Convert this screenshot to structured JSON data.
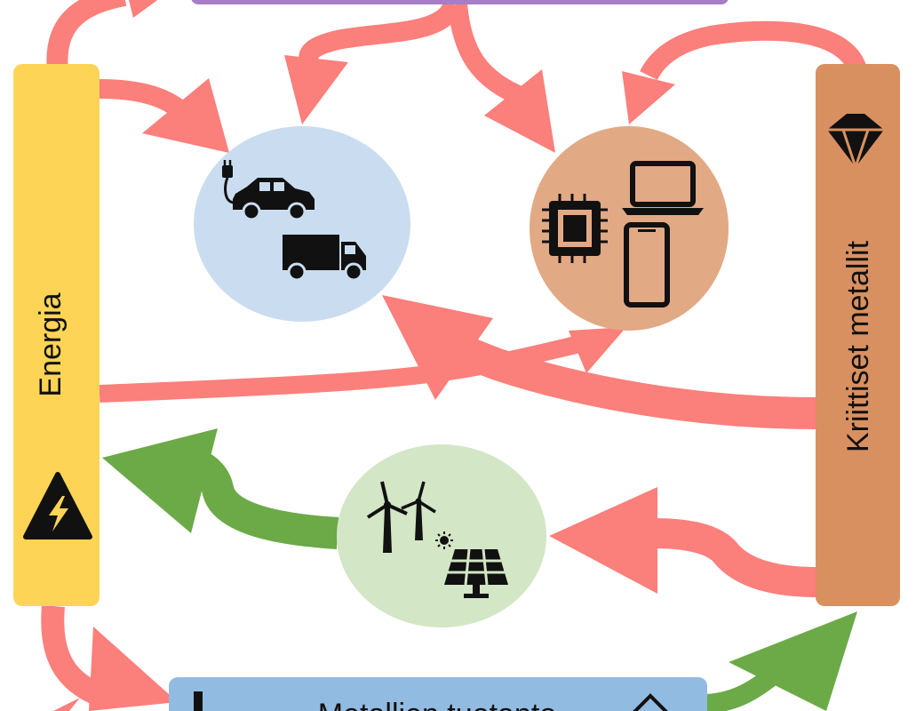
{
  "nodes": {
    "energy": {
      "label": "Energia",
      "color": "#FDD455"
    },
    "critical_metals": {
      "label": "Kriittiset metallit",
      "color": "#D99060"
    },
    "metal_production": {
      "label": "Metallien tuotanto",
      "color": "#92BBE2"
    },
    "top_box": {
      "color": "#A77CC8"
    },
    "vehicles": {
      "color": "#CADDF0",
      "icons": [
        "ev-car-icon",
        "truck-icon"
      ]
    },
    "electronics": {
      "color": "#E2A985",
      "icons": [
        "chip-icon",
        "laptop-icon",
        "smartphone-icon"
      ]
    },
    "renewables": {
      "color": "#D3E6C6",
      "icons": [
        "wind-turbine-icon",
        "sun-icon",
        "solar-panel-icon"
      ]
    }
  },
  "colors": {
    "flow_demand": "#FB7F7B",
    "flow_supply": "#6CAA47"
  },
  "icons": [
    "high-voltage-icon",
    "crystal-icon",
    "factory-chimney-icon",
    "mountain-icon"
  ]
}
